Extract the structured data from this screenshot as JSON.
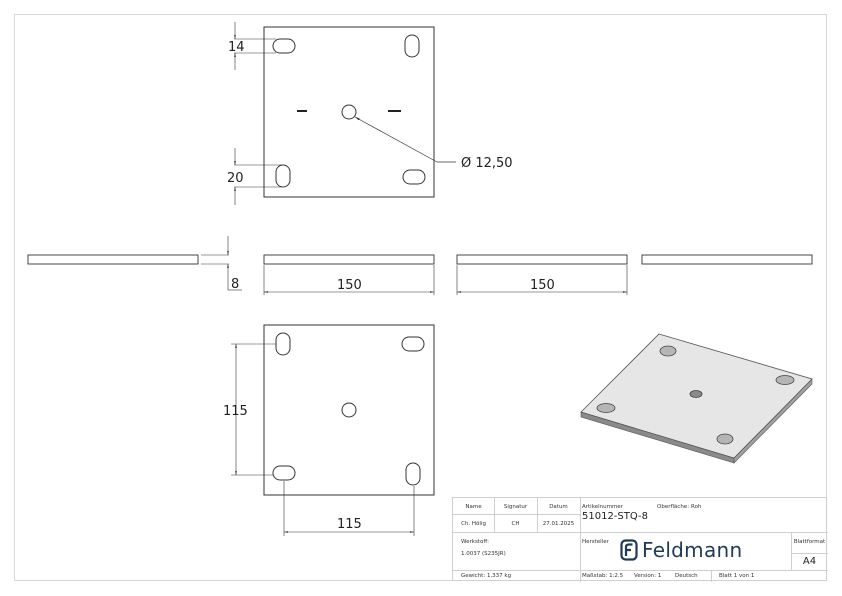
{
  "drawing": {
    "top_view": {
      "dimensions": {
        "slot_width_top": "14",
        "slot_length_bottom": "20",
        "center_hole": "Ø 12,50"
      }
    },
    "side_views": {
      "thickness": "8",
      "width_front": "150",
      "width_side": "150"
    },
    "bottom_view": {
      "dimensions": {
        "vertical_spacing": "115",
        "horizontal_spacing": "115"
      }
    },
    "iso_view": {
      "description": "Isometric view of square plate with 4 slots and center hole",
      "face_color": "#e6e6e6",
      "edge_color": "#7a7a7a"
    }
  },
  "title_block": {
    "header_name": "Name",
    "header_signature": "Signatur",
    "header_date": "Datum",
    "name": "Ch. Hölig",
    "signature": "CH",
    "date": "27.01.2025",
    "article_label": "Artikelnummer",
    "article_number": "51012-STQ-8",
    "surface_label": "Oberfläche:",
    "surface_value": "Roh",
    "material_label": "Werkstoff:",
    "material_value": "1.0037 (S235JR)",
    "manufacturer_label": "Hersteller",
    "brand_name": "Feldmann",
    "brand_color": "#1f3a56",
    "sheet_format_label": "Blattformat",
    "sheet_format_value": "A4",
    "weight": "Gewicht: 1,337 kg",
    "scale": "Maßstab: 1:2.5",
    "version": "Version: 1",
    "language": "Deutsch",
    "sheet": "Blatt 1 von 1"
  }
}
